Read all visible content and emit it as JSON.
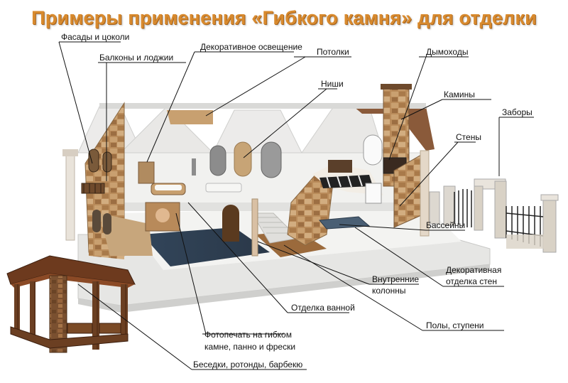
{
  "title": "Примеры применения «Гибкого камня» для отделки",
  "labels": {
    "facades": "Фасады и цоколи",
    "balconies": "Балконы и  лоджии",
    "lighting": "Декоративное освещение",
    "ceilings": "Потолки",
    "chimneys": "Дымоходы",
    "niches": "Ниши",
    "fireplaces": "Камины",
    "fences": "Заборы",
    "walls": "Стены",
    "pools": "Бассейны",
    "decor_walls_1": "Декоративная",
    "decor_walls_2": "отделка стен",
    "columns_1": "Внутренние",
    "columns_2": "колонны",
    "bathroom": "Отделка ванной",
    "floors": "Полы, ступени",
    "photoprint_1": "Фотопечать на гибком",
    "photoprint_2": "камне, панно и фрески",
    "gazebos": "Беседки, ротонды, барбекю"
  },
  "colors": {
    "title": "#d88a2e",
    "stone": "#b98b5a",
    "wall": "#efefed",
    "roof_edge": "#8a5a3a",
    "floor_tile": "#3a4a5a",
    "leader_line": "#111111"
  }
}
